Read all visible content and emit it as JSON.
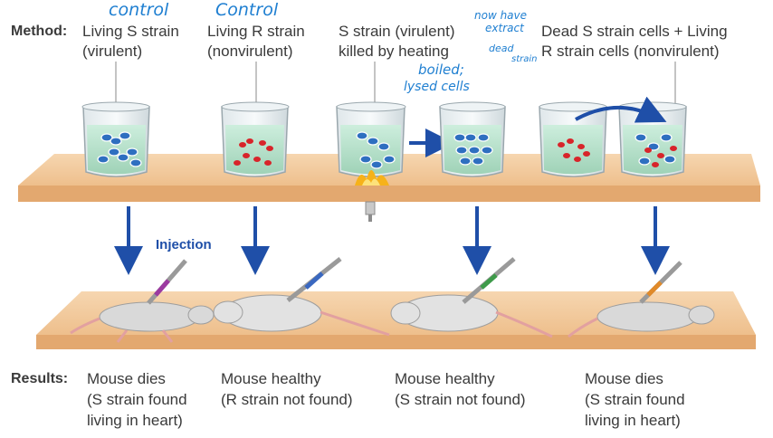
{
  "method_label": "Method:",
  "results_label": "Results:",
  "injection_label": "Injection",
  "columns": [
    {
      "method": [
        "Living S strain",
        "(virulent)"
      ],
      "result": [
        "Mouse dies",
        "(S strain found",
        "living in heart)"
      ]
    },
    {
      "method": [
        "Living R strain",
        "(nonvirulent)"
      ],
      "result": [
        "Mouse healthy",
        "(R strain not found)"
      ]
    },
    {
      "method": [
        "S strain (virulent)",
        "killed by heating"
      ],
      "result": [
        "Mouse healthy",
        "(S strain not found)"
      ]
    },
    {
      "method": [
        "Dead S strain cells + Living",
        "R strain cells (nonvirulent)"
      ],
      "result": [
        "Mouse dies",
        "(S strain found",
        "living in heart)"
      ]
    }
  ],
  "annotations": {
    "control_1": "control",
    "control_2": "Control",
    "note_extract": [
      "now have",
      "extract",
      "dead",
      "strain"
    ],
    "note_boiled": [
      "boiled;",
      "lysed cells"
    ]
  },
  "colors": {
    "shelf": "#f1c79a",
    "shelf_edge": "#d7a06a",
    "arrow": "#1f4fa8",
    "s_cells": "#2e6fc0",
    "r_cells": "#d8242a",
    "liquid": "#bfe3cf",
    "handwriting": "#1f7fd1"
  }
}
